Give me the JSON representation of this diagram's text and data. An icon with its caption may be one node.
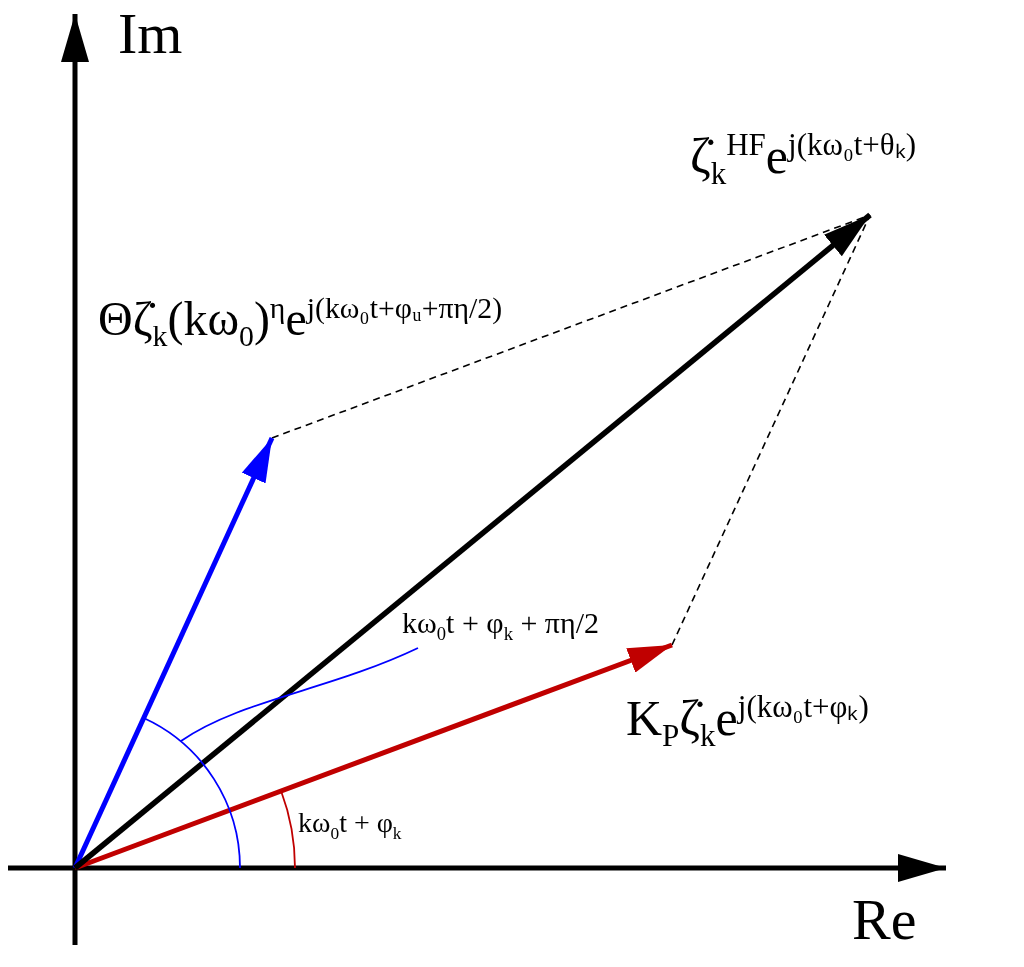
{
  "diagram": {
    "nodes": [
      {
        "text": [
          "kω$_{0}$t + φ$_{k}$ + πη/2"
        ]
      },
      {
        "text": [],
        "shape": "arc"
      }
    ],
    "edges": [
      {
        "from": 0,
        "to": 1,
        "arrow": "none",
        "color": "#0000ff"
      }
    ],
    "labels": [
      "Im",
      "ζ̇$_{k}$$^{HF}$e$^{j(kω₀t+θₖ)}$",
      "Θζ̇$_{k}$(kω$_{0}$)$^{η}$e$^{j(kω₀t+φᵤ+πη/2)}$",
      "K$_{P}$ζ̇$_{k}$e$^{j(kω₀t+φₖ)}$",
      "kω$_{0}$t + φ$_{k}$",
      "Re"
    ]
  }
}
